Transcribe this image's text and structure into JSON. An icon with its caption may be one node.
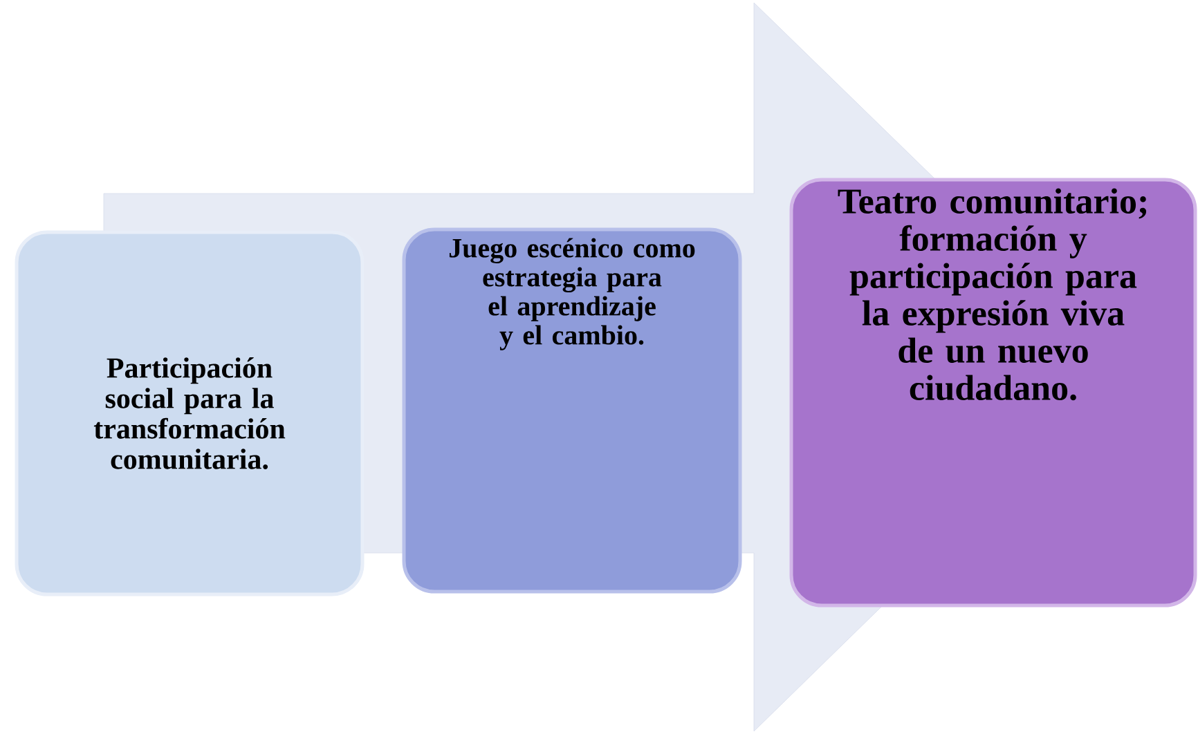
{
  "diagram": {
    "nodes": [
      {
        "text": [
          "Participación social para la transformación comunitaria."
        ]
      },
      {
        "text": [
          "Juego escénico como estrategia para el aprendizaje y el cambio."
        ]
      },
      {
        "text": [
          "Teatro comunitario; formación y participación para la expresión viva de un nuevo ciudadano."
        ]
      }
    ],
    "edges": [
      {
        "from": 0,
        "to": 2,
        "arrow": "to"
      }
    ]
  }
}
